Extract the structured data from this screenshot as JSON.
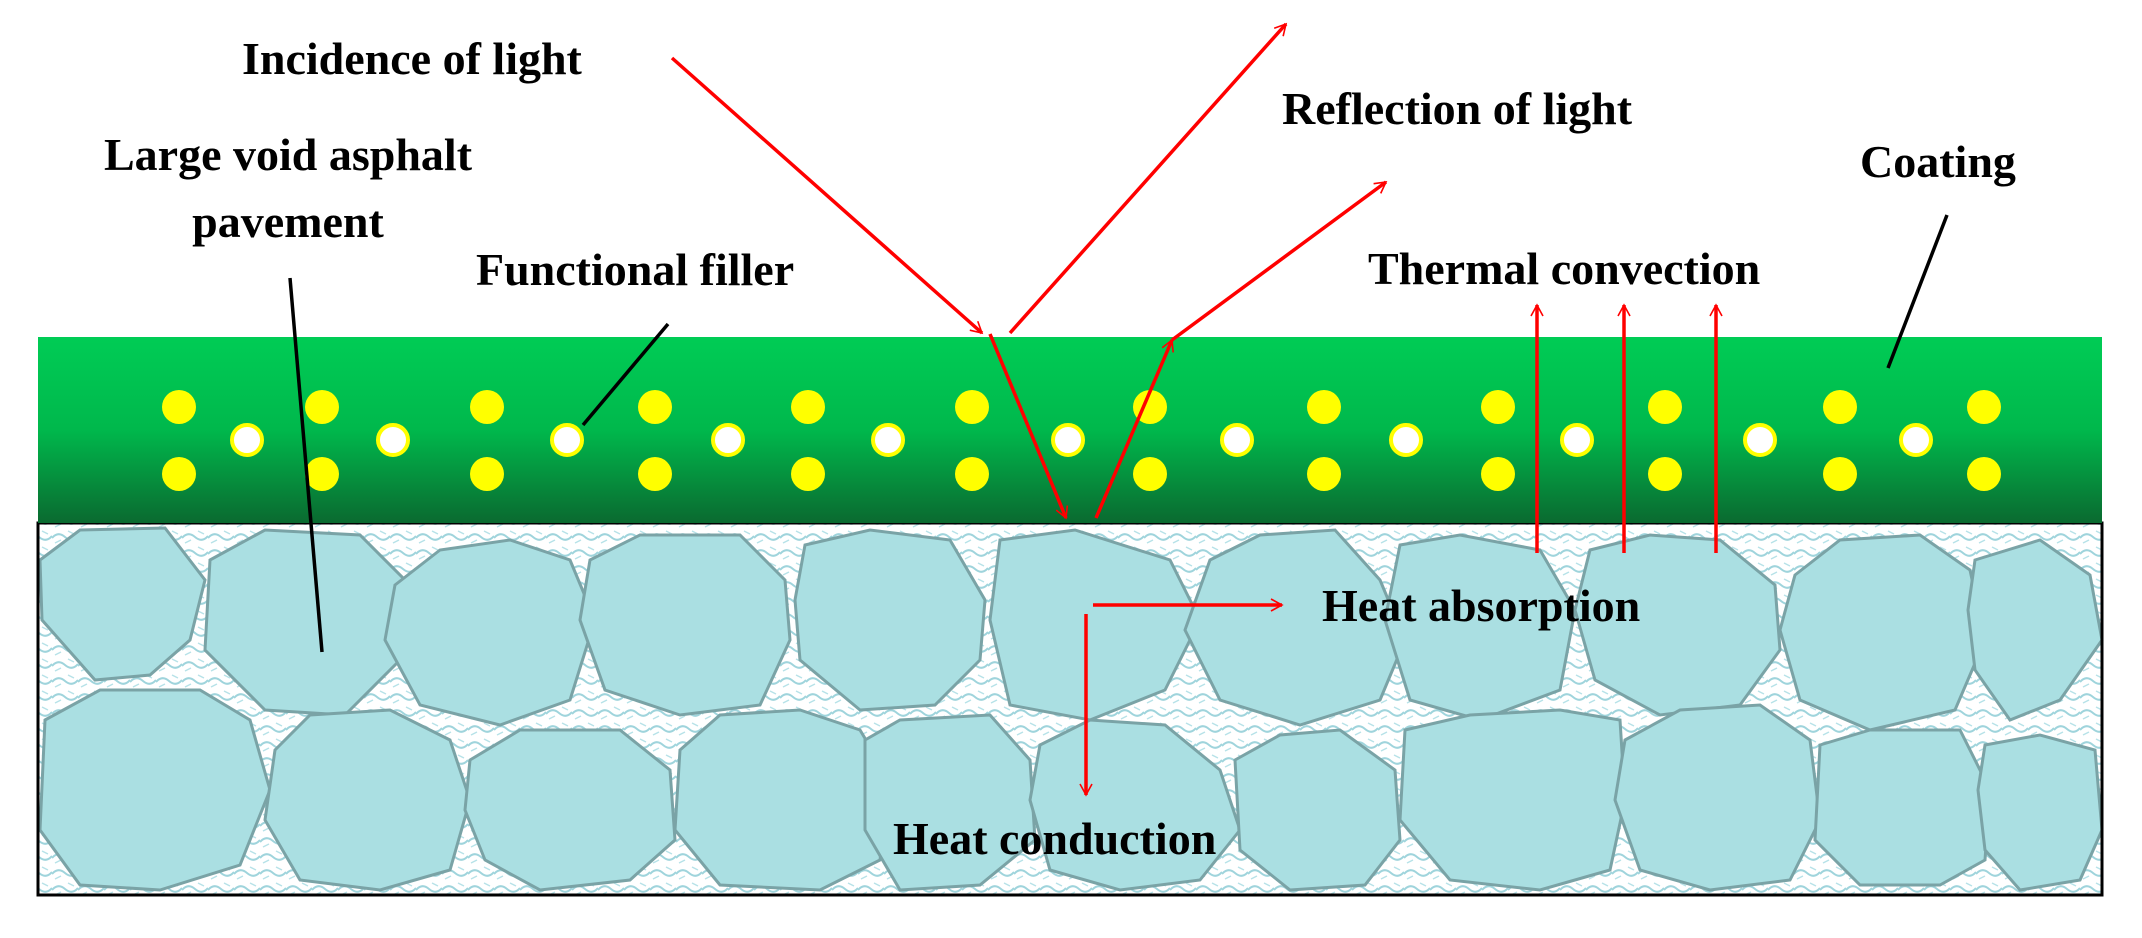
{
  "labels": {
    "incidence": "Incidence of light",
    "reflection": "Reflection of light",
    "pavement_line1": "Large void asphalt",
    "pavement_line2": "pavement",
    "coating": "Coating",
    "filler": "Functional filler",
    "convection": "Thermal convection",
    "absorption": "Heat absorption",
    "conduction": "Heat conduction"
  },
  "colors": {
    "coating_top": "#00cc55",
    "coating_bottom": "#0a6a30",
    "aggregate_fill": "#aadfe2",
    "aggregate_stroke": "#7aa3a6",
    "void_pattern": "#9fd4dc",
    "filler_yellow": "#ffff00",
    "filler_white": "#ffffff",
    "arrow": "#ff0000",
    "leader": "#000000"
  }
}
